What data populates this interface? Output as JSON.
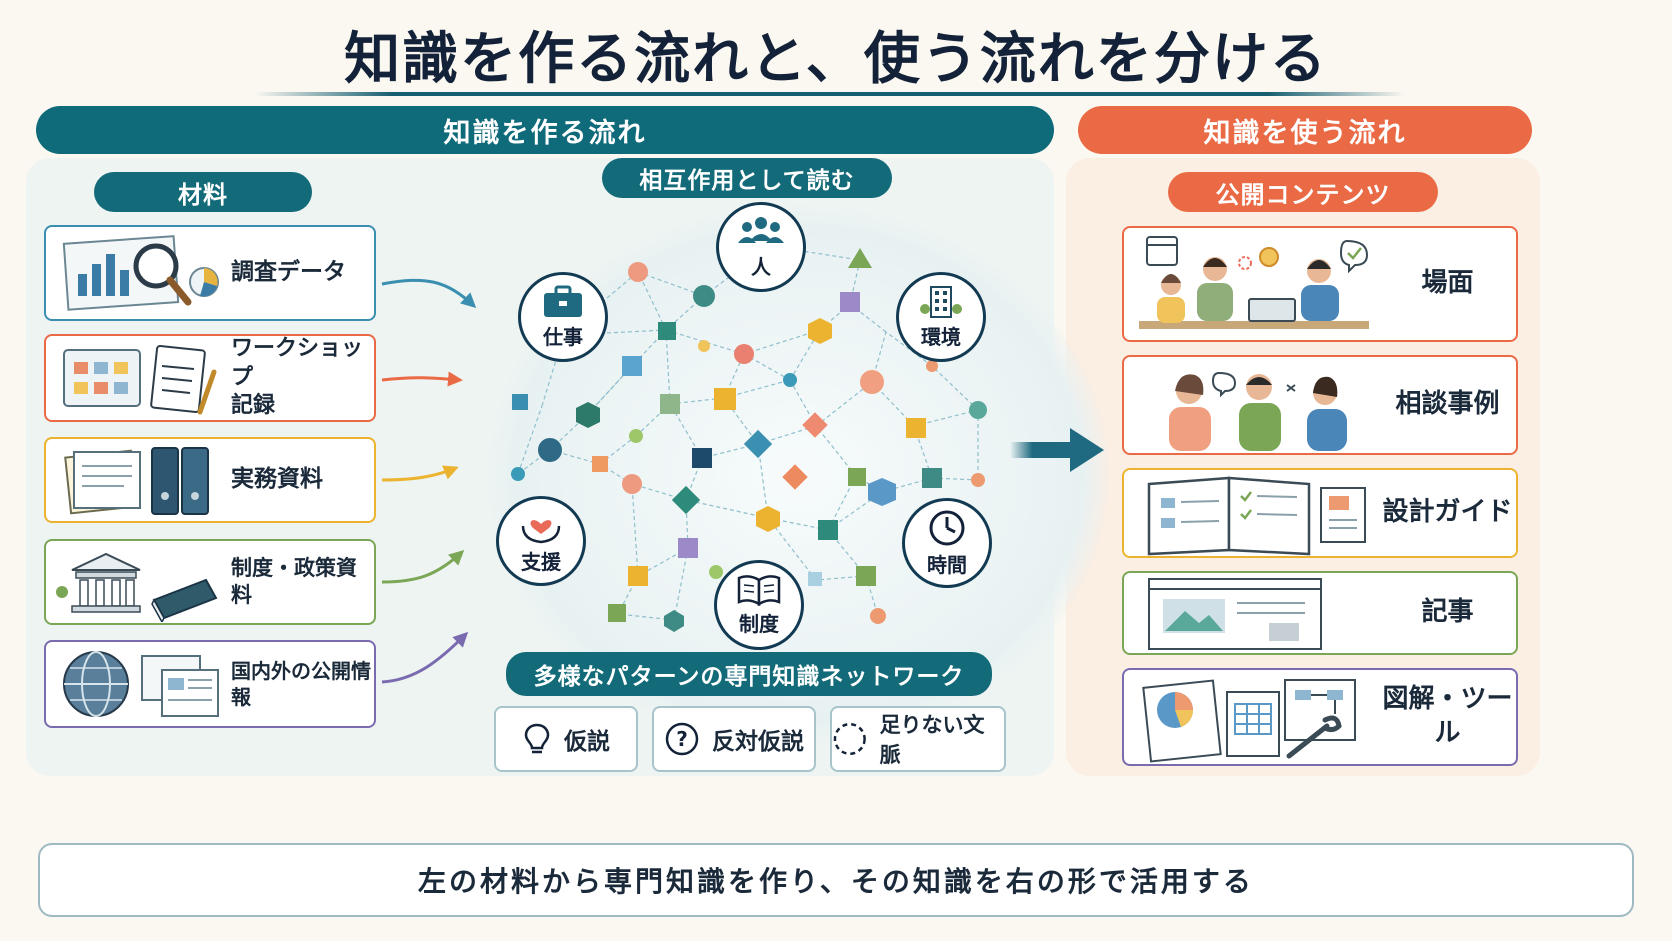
{
  "title": "知識を作る流れと、使う流れを分ける",
  "left_banner": "知識を作る流れ",
  "right_banner": "知識を使う流れ",
  "materials": {
    "header": "材料",
    "items": [
      {
        "label": "調査データ",
        "color": "#3a8fb0"
      },
      {
        "label": "ワークショップ\n記録",
        "color": "#ea6a45"
      },
      {
        "label": "実務資料",
        "color": "#ebb32f"
      },
      {
        "label": "制度・政策資料",
        "color": "#7aa655"
      },
      {
        "label": "国内外の公開情報",
        "color": "#7a6bb0"
      }
    ]
  },
  "network": {
    "header": "相互作用として読む",
    "nodes": [
      "人",
      "環境",
      "時間",
      "制度",
      "支援",
      "仕事"
    ],
    "caption": "多様なパターンの専門知識ネットワーク",
    "modes": [
      "仮説",
      "反対仮説",
      "足りない文脈"
    ]
  },
  "content": {
    "header": "公開コンテンツ",
    "items": [
      {
        "label": "場面",
        "color": "#ea6a45"
      },
      {
        "label": "相談事例",
        "color": "#ea6a45"
      },
      {
        "label": "設計ガイド",
        "color": "#ebb32f"
      },
      {
        "label": "記事",
        "color": "#7aa655"
      },
      {
        "label": "図解・ツール",
        "color": "#7a6bb0"
      }
    ]
  },
  "bottom_text": "左の材料から専門知識を作り、その知識を右の形で活用する",
  "colors": {
    "teal": "#0f6a7a",
    "orange": "#ea6a45",
    "navy": "#132238"
  }
}
